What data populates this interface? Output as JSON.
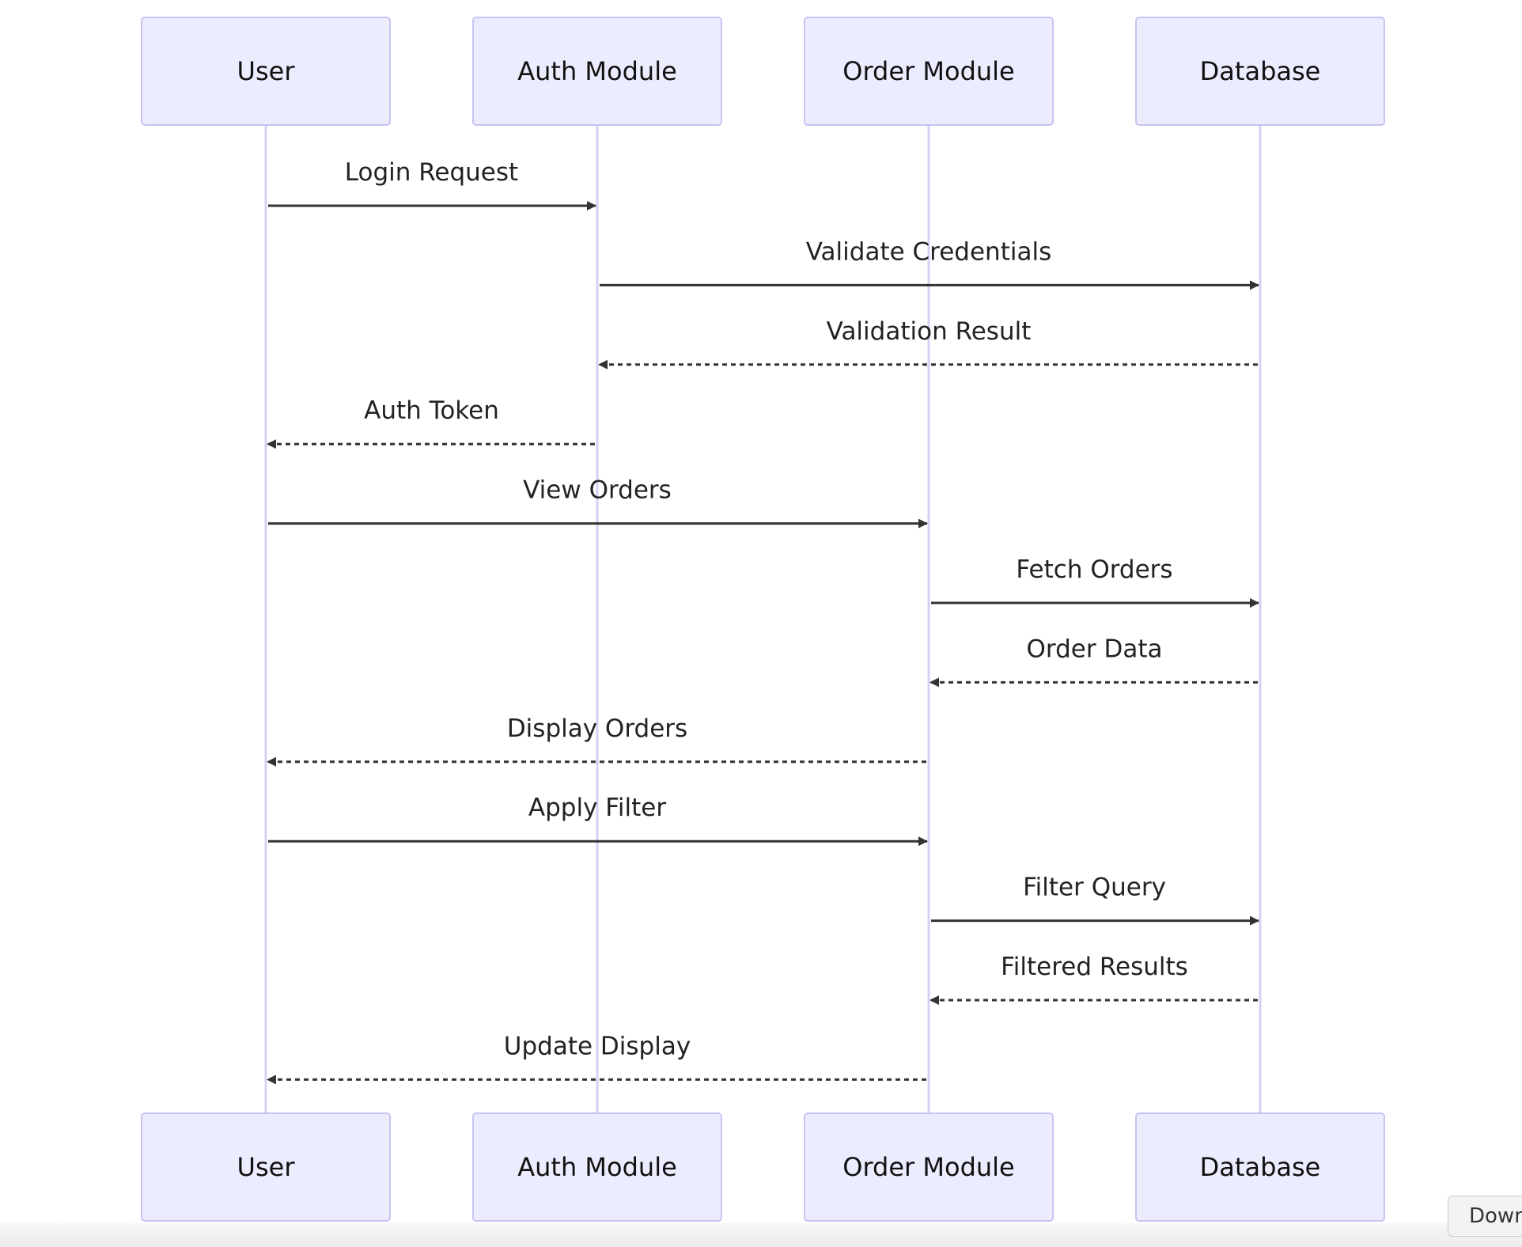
{
  "colors": {
    "actor_fill": "#ECECFF",
    "actor_border": "#C9C3F2",
    "lifeline": "#D6D0F5",
    "message_line": "#333333",
    "text": "#222222",
    "page_background": "#FFFFFF"
  },
  "participants": [
    {
      "name": "User"
    },
    {
      "name": "Auth Module"
    },
    {
      "name": "Order Module"
    },
    {
      "name": "Database"
    }
  ],
  "messages": [
    {
      "from": 0,
      "to": 1,
      "label": "Login Request",
      "style": "solid"
    },
    {
      "from": 1,
      "to": 3,
      "label": "Validate Credentials",
      "style": "solid"
    },
    {
      "from": 3,
      "to": 1,
      "label": "Validation Result",
      "style": "dashed"
    },
    {
      "from": 1,
      "to": 0,
      "label": "Auth Token",
      "style": "dashed"
    },
    {
      "from": 0,
      "to": 2,
      "label": "View Orders",
      "style": "solid"
    },
    {
      "from": 2,
      "to": 3,
      "label": "Fetch Orders",
      "style": "solid"
    },
    {
      "from": 3,
      "to": 2,
      "label": "Order Data",
      "style": "dashed"
    },
    {
      "from": 2,
      "to": 0,
      "label": "Display Orders",
      "style": "dashed"
    },
    {
      "from": 0,
      "to": 2,
      "label": "Apply Filter",
      "style": "solid"
    },
    {
      "from": 2,
      "to": 3,
      "label": "Filter Query",
      "style": "solid"
    },
    {
      "from": 3,
      "to": 2,
      "label": "Filtered Results",
      "style": "dashed"
    },
    {
      "from": 2,
      "to": 0,
      "label": "Update Display",
      "style": "dashed"
    }
  ],
  "download_button": {
    "label": "Download"
  }
}
